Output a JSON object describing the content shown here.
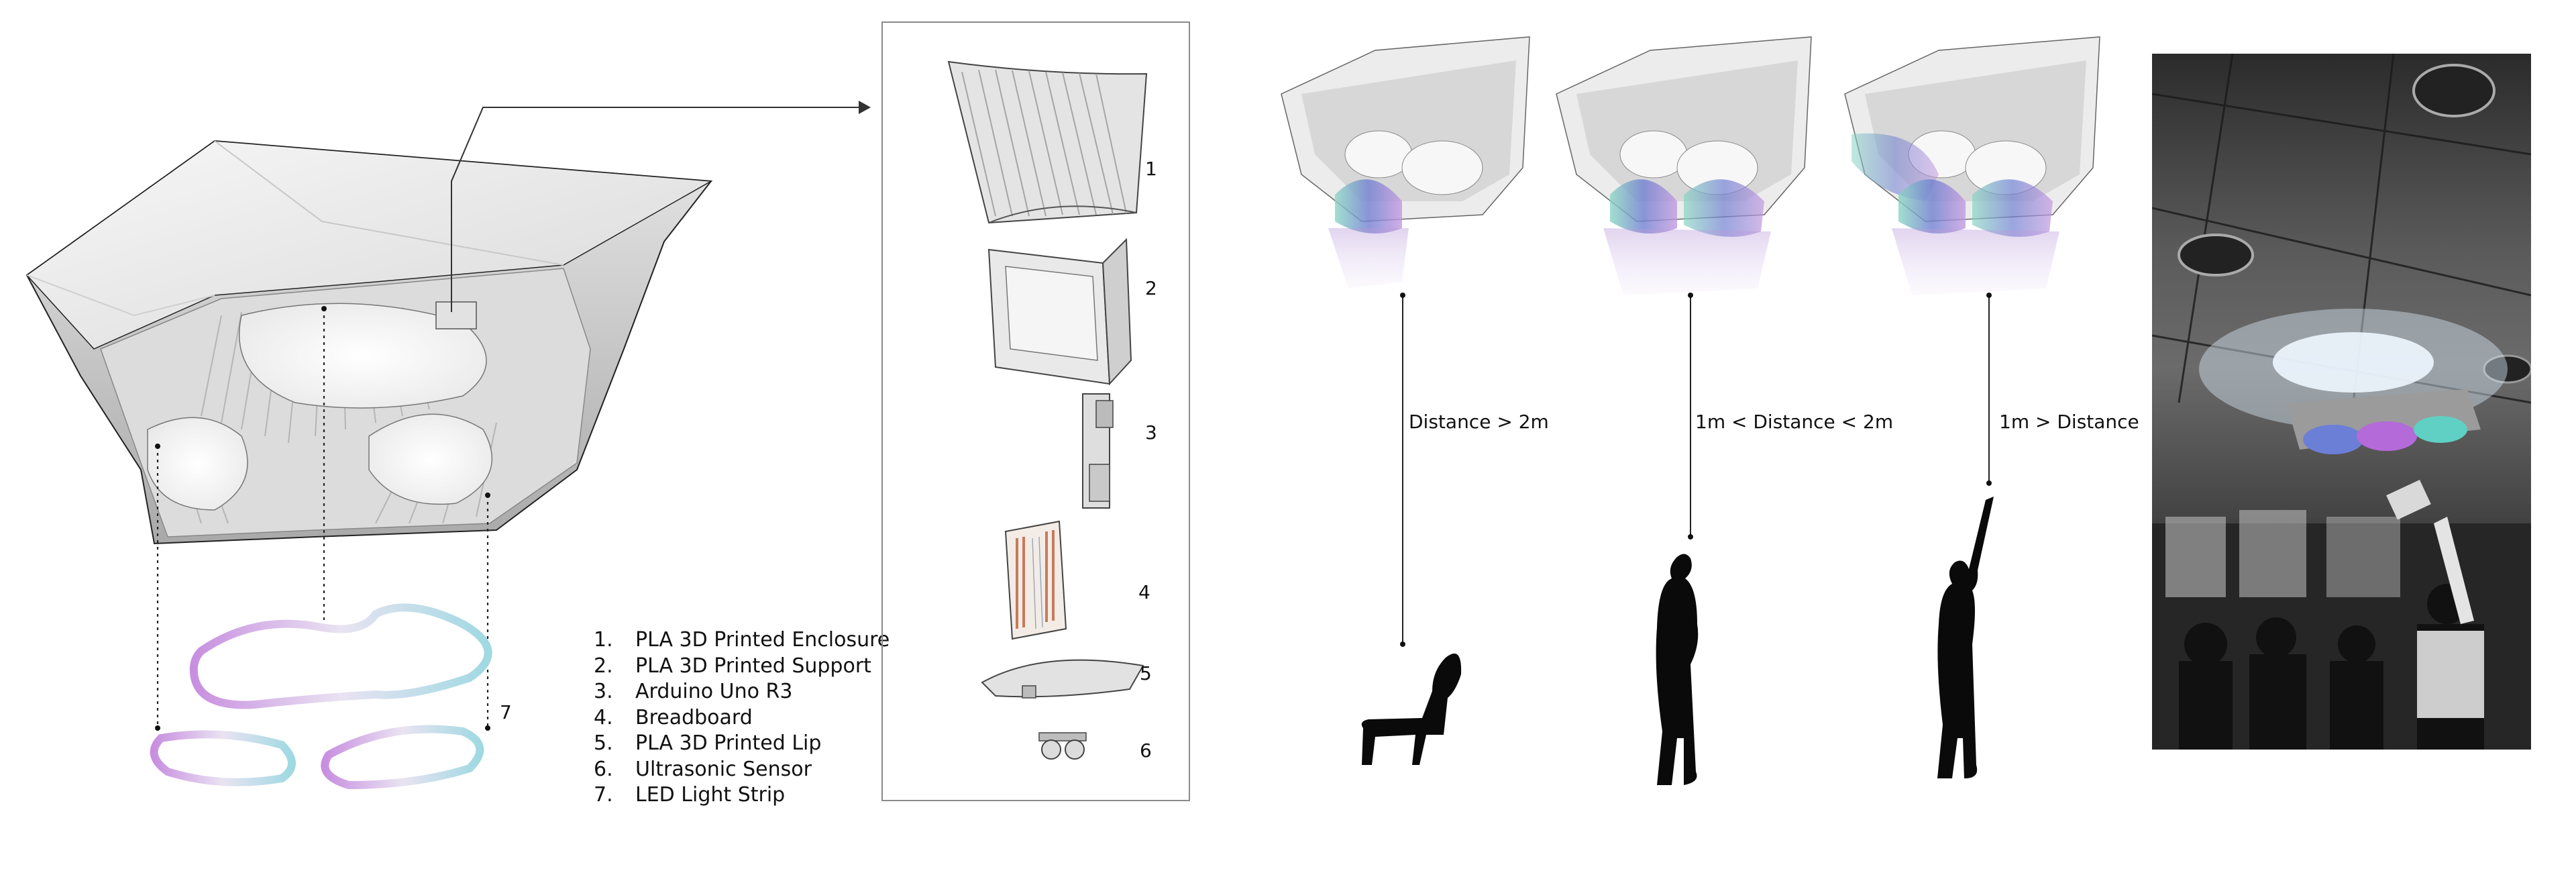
{
  "exploded_parts": [
    {
      "number": "1"
    },
    {
      "number": "2"
    },
    {
      "number": "3"
    },
    {
      "number": "4"
    },
    {
      "number": "5"
    },
    {
      "number": "6"
    }
  ],
  "led_callout": "7",
  "legend": [
    {
      "number": "1.",
      "label": "PLA 3D Printed Enclosure"
    },
    {
      "number": "2.",
      "label": "PLA 3D Printed Support"
    },
    {
      "number": "3.",
      "label": "Arduino Uno R3"
    },
    {
      "number": "4.",
      "label": "Breadboard"
    },
    {
      "number": "5.",
      "label": "PLA 3D Printed Lip"
    },
    {
      "number": "6.",
      "label": "Ultrasonic Sensor"
    },
    {
      "number": "7.",
      "label": "LED Light Strip"
    }
  ],
  "distance_scenarios": [
    {
      "label": "Distance > 2m",
      "pose": "seated"
    },
    {
      "label": "1m < Distance < 2m",
      "pose": "standing"
    },
    {
      "label": "1m > Distance",
      "pose": "reaching"
    }
  ],
  "colors": {
    "outline": "#222222",
    "enclosure_light": "#f2f2f2",
    "enclosure_shadow": "#b9b9b9",
    "led_purple": "#b27ad8",
    "led_teal": "#7fd7c9",
    "silhouette": "#0a0a0a"
  }
}
